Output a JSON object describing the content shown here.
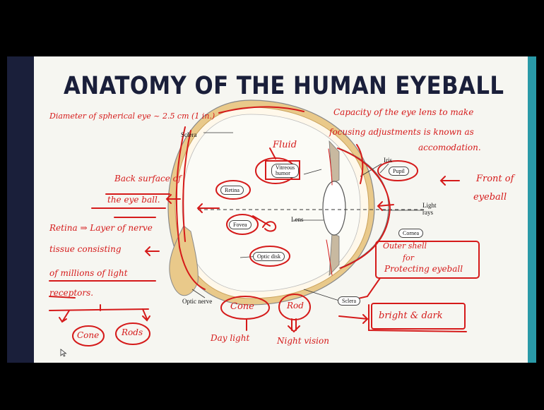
{
  "slide": {
    "title": "ANATOMY OF THE HUMAN EYEBALL"
  },
  "printed_labels": {
    "sclera_top": "Sclera",
    "vitreous": "Vitreous\nhumor",
    "iris": "Iris",
    "pupil": "Pupil",
    "retina": "Retina",
    "fovea": "Fovea",
    "lens": "Lens",
    "light_rays": "Light\nrays",
    "cornea": "Cornea",
    "optic_disk": "Optic disk",
    "optic_nerve": "Optic nerve",
    "sclera_bottom": "Sclera"
  },
  "handwritten_notes": {
    "diameter": "Diameter of spherical eye ~ 2.5 cm (1 in.)",
    "capacity_line1": "Capacity of the eye lens to make",
    "capacity_line2": "focusing adjustments is known as",
    "capacity_line3": "accomodation.",
    "fluid": "Fluid",
    "back_surface_line1": "Back surface of",
    "back_surface_line2": "the eye ball.",
    "front_line1": "Front of",
    "front_line2": "eyeball",
    "retina_def_line1": "Retina ⇒ Layer of nerve",
    "retina_def_line2": "tissue consisting",
    "retina_def_line3": "of millions of light",
    "retina_def_line4": "receptors.",
    "cone_small": "Cone",
    "rods_small": "Rods",
    "outer_shell_line1": "Outer shell",
    "outer_shell_line2": "for",
    "outer_shell_line3": "Protecting eyeball",
    "bright_dark": "bright & dark",
    "cone_big": "Cone",
    "rod_big": "Rod",
    "day_light": "Day light",
    "night_vision": "Night vision"
  },
  "colors": {
    "slide_bg": "#f6f6f1",
    "title": "#1a1f3a",
    "accent_strip": "#2a9aa8",
    "ink": "#d51a1a",
    "sclera_ring": "#e9c98a"
  }
}
